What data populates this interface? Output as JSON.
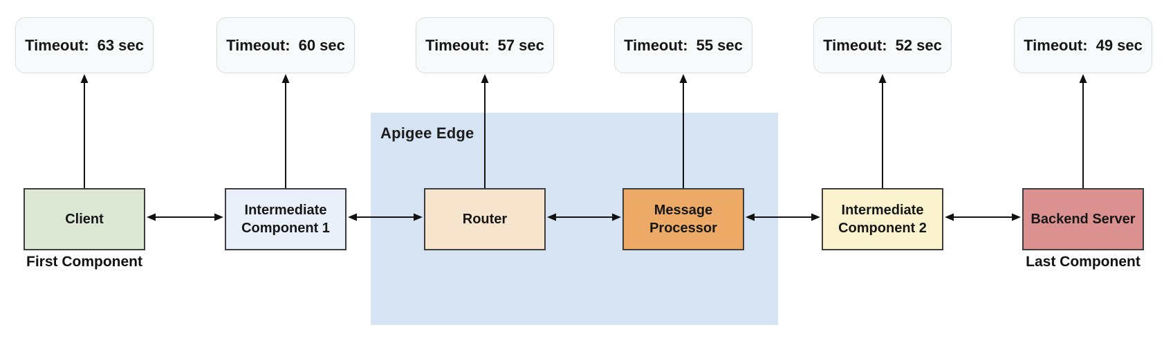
{
  "apigee_region": {
    "label": "Apigee Edge",
    "bg_color": "#d5e3f2"
  },
  "columns": [
    {
      "timeout_label": "Timeout:",
      "timeout_value": "63 sec",
      "component": "Client",
      "annotation": "First Component",
      "fill": "#dde8d4"
    },
    {
      "timeout_label": "Timeout:",
      "timeout_value": "60 sec",
      "component": "Intermediate Component 1",
      "annotation": "",
      "fill": "#e9f0fa"
    },
    {
      "timeout_label": "Timeout:",
      "timeout_value": "57 sec",
      "component": "Router",
      "annotation": "",
      "fill": "#f7e4cc"
    },
    {
      "timeout_label": "Timeout:",
      "timeout_value": "55 sec",
      "component": "Message Processor",
      "annotation": "",
      "fill": "#ecaa66"
    },
    {
      "timeout_label": "Timeout:",
      "timeout_value": "52 sec",
      "component": "Intermediate Component 2",
      "annotation": "",
      "fill": "#fbf2ce"
    },
    {
      "timeout_label": "Timeout:",
      "timeout_value": "49 sec",
      "component": "Backend Server",
      "annotation": "Last Component",
      "fill": "#dc9191"
    }
  ],
  "colors": {
    "timeout_box_bg": "#f8f9fa",
    "timeout_box_border": "#d9dce1",
    "component_border": "#3d3d3d",
    "arrow": "#111111",
    "apigee_region_bg": "#d5e3f2"
  }
}
